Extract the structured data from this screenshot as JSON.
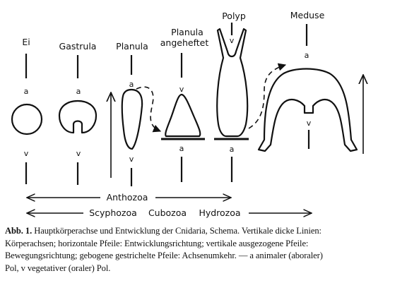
{
  "stages": {
    "ei": "Ei",
    "gastrula": "Gastrula",
    "planula": "Planula",
    "planula_attached_line1": "Planula",
    "planula_attached_line2": "angeheftet",
    "polyp": "Polyp",
    "meduse": "Meduse"
  },
  "axis_letters": {
    "animal": "a",
    "vegetative": "v"
  },
  "groups": {
    "anthozoa": "Anthozoa",
    "scyphozoa": "Scyphozoa",
    "cubozoa": "Cubozoa",
    "hydrozoa": "Hydrozoa"
  },
  "caption": {
    "label": "Abb. 1.",
    "line1": "Hauptkörperachse und Entwicklung der Cnidaria, Schema. Vertikale dicke Linien:",
    "line2": "Körperachsen; horizontale Pfeile: Entwicklungsrichtung; vertikale ausgezogene Pfeile:",
    "line3": "Bewegungsrichtung; gebogene gestrichelte Pfeile: Achsenumkehr. — a animaler (aboraler)",
    "line4": "Pol, v vegetativer (oraler) Pol."
  },
  "colors": {
    "ink": "#111111",
    "paper": "#ffffff"
  }
}
